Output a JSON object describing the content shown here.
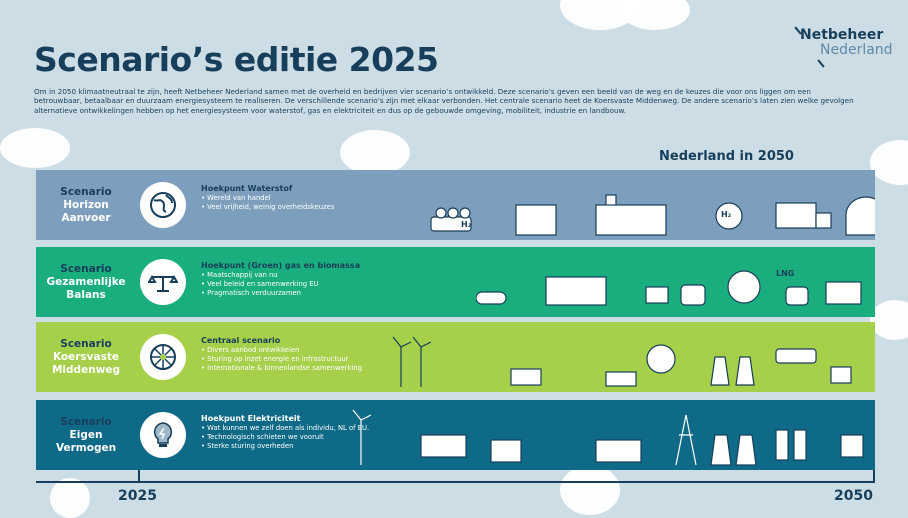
{
  "header": {
    "title": "Scenario’s editie 2025",
    "intro": "Om in 2050 klimaatneutraal te zijn, heeft Netbeheer Nederland samen met de overheid en bedrijven vier scenario’s ontwikkeld. Deze scenario’s geven een beeld van de weg en de keuzes die voor ons liggen om een betrouwbaar, betaalbaar en duurzaam energiesysteem te realiseren. De verschillende scenario’s zijn met elkaar verbonden. Het centrale scenario heet de Koersvaste Middenweg. De andere scenario’s laten zien welke gevolgen alternatieve ontwikkelingen hebben op het energiesysteem voor waterstof, gas en elektriciteit en dus op de gebouwde omgeving, mobiliteit, industrie en landbouw."
  },
  "logo": {
    "line1": "Netbeheer",
    "line2": "Nederland"
  },
  "future_label": "Nederland in 2050",
  "scenarios": [
    {
      "prefix": "Scenario",
      "name1": "Horizon",
      "name2": "Aanvoer",
      "icon": "globe-icon",
      "heading": "Hoekpunt Waterstof",
      "bullets": [
        "• Wereld van handel",
        "• Veel vrijheid, weinig overheidskeuzes"
      ],
      "color": "#7d9fbd"
    },
    {
      "prefix": "Scenario",
      "name1": "Gezamenlijke",
      "name2": "Balans",
      "icon": "balance-scale-icon",
      "heading": "Hoekpunt (Groen) gas en biomassa",
      "bullets": [
        "• Maatschappij van nu",
        "• Veel beleid en samenwerking EU",
        "• Pragmatisch verduurzamen"
      ],
      "color": "#1aae7e"
    },
    {
      "prefix": "Scenario",
      "name1": "Koersvaste",
      "name2": "Middenweg",
      "icon": "compass-wheel-icon",
      "heading": "Centraal scenario",
      "bullets": [
        "• Divers aanbod ontwikkelen",
        "• Sturing op inzet energie en infrastructuur",
        "• Internationale & binnenlandse samenwerking"
      ],
      "color": "#a6cf4a"
    },
    {
      "prefix": "Scenario",
      "name1": "Eigen",
      "name2": "Vermogen",
      "icon": "lightbulb-icon",
      "heading": "Hoekpunt Elektriciteit",
      "bullets": [
        "• Wat kunnen we zelf doen als individu, NL of EU.",
        "• Technologisch schieten we vooruit",
        "• Sterke sturing overheden"
      ],
      "color": "#0f6a87"
    }
  ],
  "illustration_labels": {
    "h2": "H₂",
    "lng": "LNG"
  },
  "timeline": {
    "start": "2025",
    "end": "2050"
  }
}
